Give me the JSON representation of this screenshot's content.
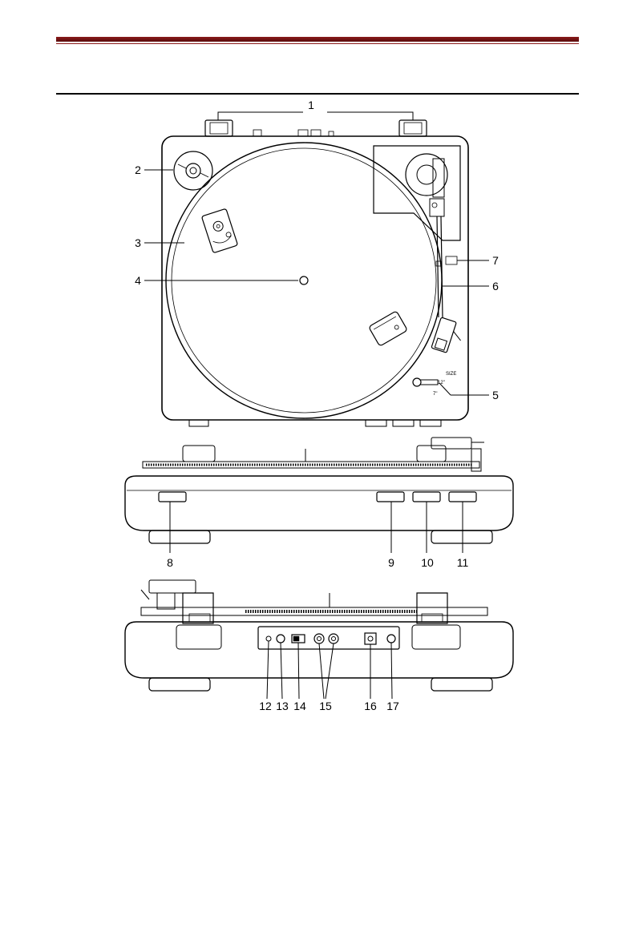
{
  "callouts": {
    "top_view": [
      "1",
      "2",
      "3",
      "4",
      "5",
      "6",
      "7"
    ],
    "front_view": [
      "8",
      "9",
      "10",
      "11"
    ],
    "rear_view": [
      "12",
      "13",
      "14",
      "15",
      "16",
      "17"
    ]
  },
  "speed_selector": {
    "size_label": "SIZE",
    "size_value": "12\"",
    "size_alt": "7\""
  }
}
